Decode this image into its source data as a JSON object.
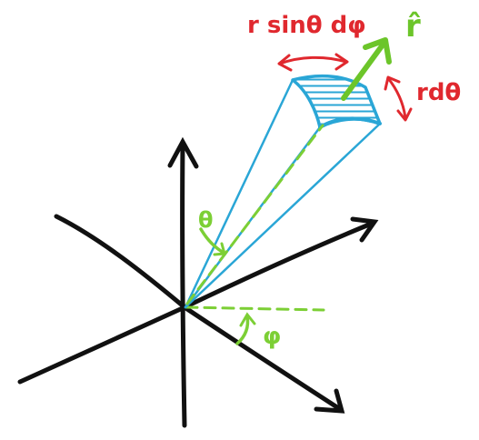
{
  "labels": {
    "arc_length_phi": "r sinθ dφ",
    "radial_unit_vector": "r̂",
    "arc_length_theta": "rdθ",
    "polar_angle": "θ",
    "azimuth_angle": "φ"
  },
  "colors": {
    "axes": "#111111",
    "cone": "#2aa6d6",
    "unit_vector": "#6cc52a",
    "angles": "#7ccf35",
    "dimension_arrows": "#e0282e",
    "dimension_text": "#e0282e"
  }
}
